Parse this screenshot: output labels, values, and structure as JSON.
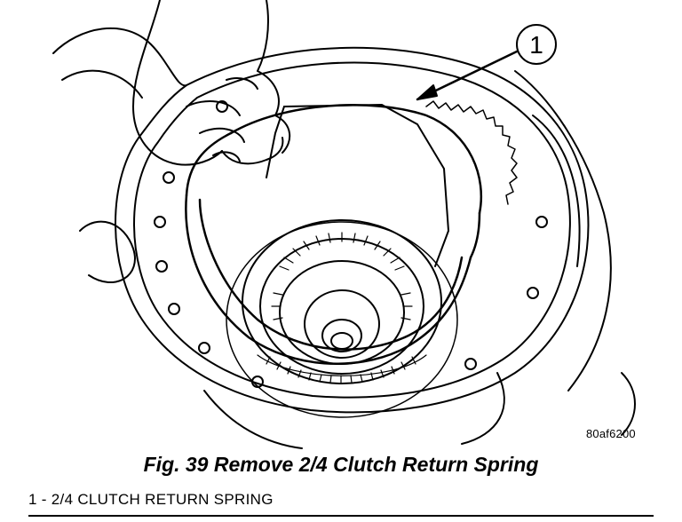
{
  "figure": {
    "callout_number": "1",
    "code": "80af6200",
    "caption": "Fig. 39 Remove 2/4 Clutch Return Spring"
  },
  "legend": {
    "items": [
      {
        "number": "1",
        "separator": "-",
        "label": "2/4 CLUTCH RETURN SPRING"
      }
    ]
  }
}
